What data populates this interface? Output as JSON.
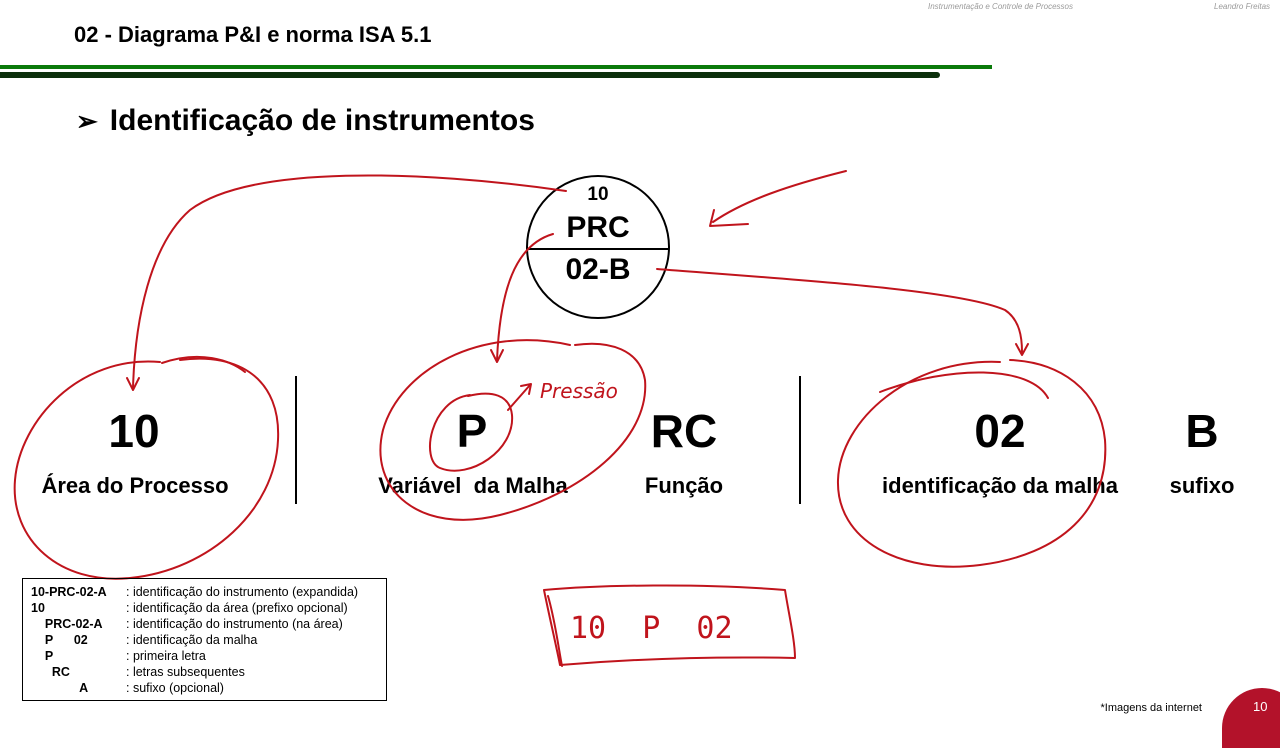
{
  "header": {
    "course": "Instrumentação e Controle de Processos",
    "author": "Leandro Freitas",
    "title": "02 - Diagrama P&I e norma ISA 5.1"
  },
  "bullet": {
    "text": "Identificação de instrumentos"
  },
  "bubble": {
    "area": "10",
    "function": "PRC",
    "loop": "02-B"
  },
  "parts": {
    "area": {
      "code": "10",
      "label": "Área do Processo"
    },
    "variable": {
      "code": "P",
      "label": "Variável  da Malha"
    },
    "function": {
      "code": "RC",
      "label": "Função"
    },
    "loop": {
      "code": "02",
      "label": "identificação da malha"
    },
    "suffix": {
      "code": "B",
      "label": "sufixo"
    }
  },
  "annotations": {
    "pressure_note": "Pressão",
    "boxed_example": "10  P  02"
  },
  "legend": {
    "rows": [
      {
        "code": "10-PRC-02-A",
        "desc": ": identificação do instrumento (expandida)"
      },
      {
        "code": "10",
        "desc": ": identificação da área (prefixo opcional)"
      },
      {
        "code": "    PRC-02-A",
        "desc": ": identificação do instrumento (na área)"
      },
      {
        "code": "    P      02",
        "desc": ": identificação da malha"
      },
      {
        "code": "    P",
        "desc": ": primeira letra"
      },
      {
        "code": "      RC",
        "desc": ": letras subsequentes"
      },
      {
        "code": "              A",
        "desc": ": sufixo (opcional)"
      }
    ]
  },
  "footer": {
    "note": "*Imagens da internet",
    "page": "10"
  },
  "colors": {
    "accent_green": "#0a7a0a",
    "dark_green": "#0c300c",
    "ink_red": "#c0141c",
    "badge_red": "#b3122a"
  }
}
